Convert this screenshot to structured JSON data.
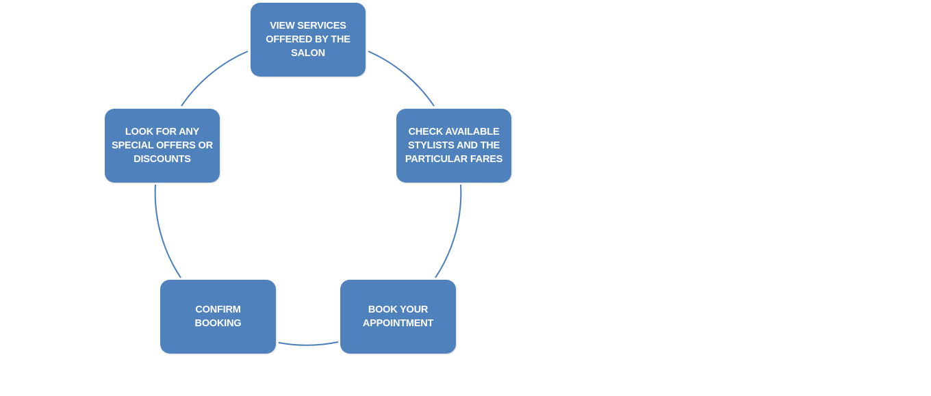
{
  "diagram": {
    "type": "cycle",
    "colors": {
      "node_fill": "#4f81bd",
      "node_text": "#ffffff",
      "connector": "#4a7ebb",
      "background": "#ffffff"
    },
    "nodes": [
      {
        "id": "view-services",
        "label": "VIEW SERVICES\nOFFERED BY THE\nSALON"
      },
      {
        "id": "check-stylists",
        "label": "CHECK AVAILABLE\nSTYLISTS AND THE\nPARTICULAR FARES"
      },
      {
        "id": "book-appointment",
        "label": "BOOK YOUR\nAPPOINTMENT"
      },
      {
        "id": "confirm-booking",
        "label": "CONFIRM\nBOOKING"
      },
      {
        "id": "special-offers",
        "label": "LOOK  FOR  ANY\nSPECIAL OFFERS OR\nDISCOUNTS"
      }
    ],
    "connectors": [
      {
        "from": "view-services",
        "to": "check-stylists"
      },
      {
        "from": "check-stylists",
        "to": "book-appointment"
      },
      {
        "from": "book-appointment",
        "to": "confirm-booking"
      },
      {
        "from": "confirm-booking",
        "to": "special-offers"
      },
      {
        "from": "special-offers",
        "to": "view-services"
      }
    ]
  }
}
